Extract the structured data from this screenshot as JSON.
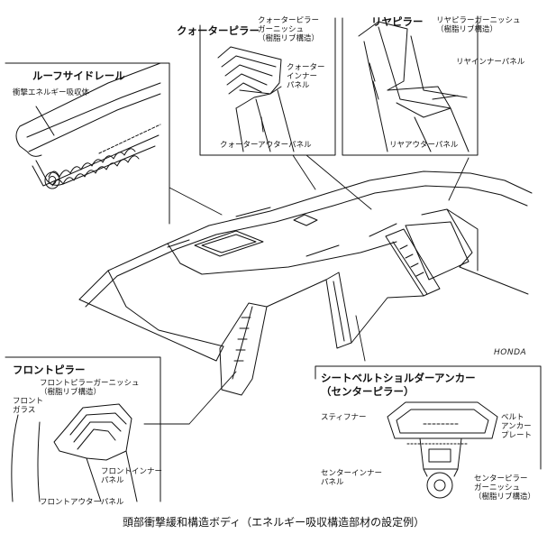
{
  "brand": "HONDA",
  "caption": "頭部衝撃緩和構造ボディ（エネルギー吸収構造部材の設定例）",
  "panels": {
    "roof_side_rail": {
      "title": "ルーフサイドレール",
      "labels": [
        "衝撃エネルギー吸収体"
      ]
    },
    "quarter_pillar": {
      "title": "クォーターピラー",
      "labels": [
        "クォーターピラー\nガーニッシュ\n（樹脂リブ構造）",
        "クォーター\nインナー\nパネル",
        "クォーターアウターパネル"
      ]
    },
    "rear_pillar": {
      "title": "リヤピラー",
      "labels": [
        "リヤピラーガーニッシュ\n（樹脂リブ構造）",
        "リヤインナーパネル",
        "リヤアウターパネル"
      ]
    },
    "front_pillar": {
      "title": "フロントピラー",
      "labels": [
        "フロントピラーガーニッシュ\n（樹脂リブ構造）",
        "フロント\nガラス",
        "フロントインナー\nパネル",
        "フロントアウターパネル"
      ]
    },
    "seatbelt_anchor": {
      "title": "シートベルトショルダーアンカー\n（センターピラー）",
      "labels": [
        "スティフナー",
        "ベルト\nアンカー\nプレート",
        "センターインナー\nパネル",
        "センターピラー\nガーニッシュ\n（樹脂リブ構造）"
      ]
    }
  }
}
